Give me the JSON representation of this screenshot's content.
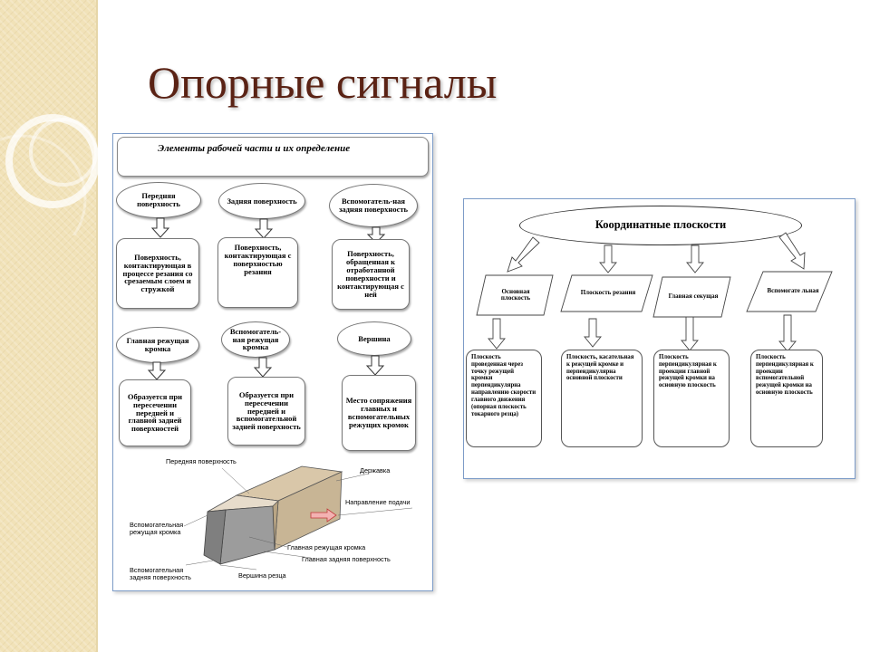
{
  "slide": {
    "title": "Опорные сигналы"
  },
  "left_panel": {
    "header": "Элементы рабочей части и их определение",
    "concepts": [
      {
        "name": "Передняя поверхность",
        "definition": "Поверхность, контактирующая в процессе резания со срезаемым слоем и стружкой"
      },
      {
        "name": "Задняя поверхность",
        "definition": "Поверхность, контактирующая с поверхностью резания"
      },
      {
        "name": "Вспомогатель-ная задняя поверхность",
        "definition": "Поверхность, обращенная к отработанной поверхности и контактирующая с ней"
      },
      {
        "name": "Главная режущая кромка",
        "definition": "Образуется при пересечении передней и главной задней поверхностей"
      },
      {
        "name": "Вспомогатель-ная режущая кромка",
        "definition": "Образуется при пересечении передней и вспомогательной задней поверхность"
      },
      {
        "name": "Вершина",
        "definition": "Место сопряжения главных и вспомогательных режущих кромок"
      }
    ],
    "figure_labels": {
      "front_surface": "Передняя поверхность",
      "holder": "Державка",
      "feed_direction": "Направление подачи",
      "aux_edge": "Вспомогательная режущая кромка",
      "main_edge": "Главная режущая кромка",
      "main_back": "Главная задняя поверхность",
      "aux_back": "Вспомогательная задняя поверхность",
      "tip": "Вершина резца"
    }
  },
  "right_panel": {
    "header": "Координатные плоскости",
    "planes": [
      {
        "name": "Основная плоскость",
        "definition": "Плоскость проведенная через точку режущей кромки перпендикулярна направлению скорости главного движения (опорная плоскость токарного резца)"
      },
      {
        "name": "Плоскость резания",
        "definition": "Плоскость, касательная к режущей кромке и перпендикулярна основной плоскости"
      },
      {
        "name": "Главная секущая",
        "definition": "Плоскость перпендикулярная к проекции главной режущей кромки на основную плоскость"
      },
      {
        "name": "Вспомогате льная",
        "definition": "Плоскость перпендикулярная к проекции вспомогательной режущей кромки на основную плоскость"
      }
    ]
  },
  "colors": {
    "title": "#5a2214",
    "band": "#f1e2b8",
    "panel_border": "#7d9cc8"
  }
}
